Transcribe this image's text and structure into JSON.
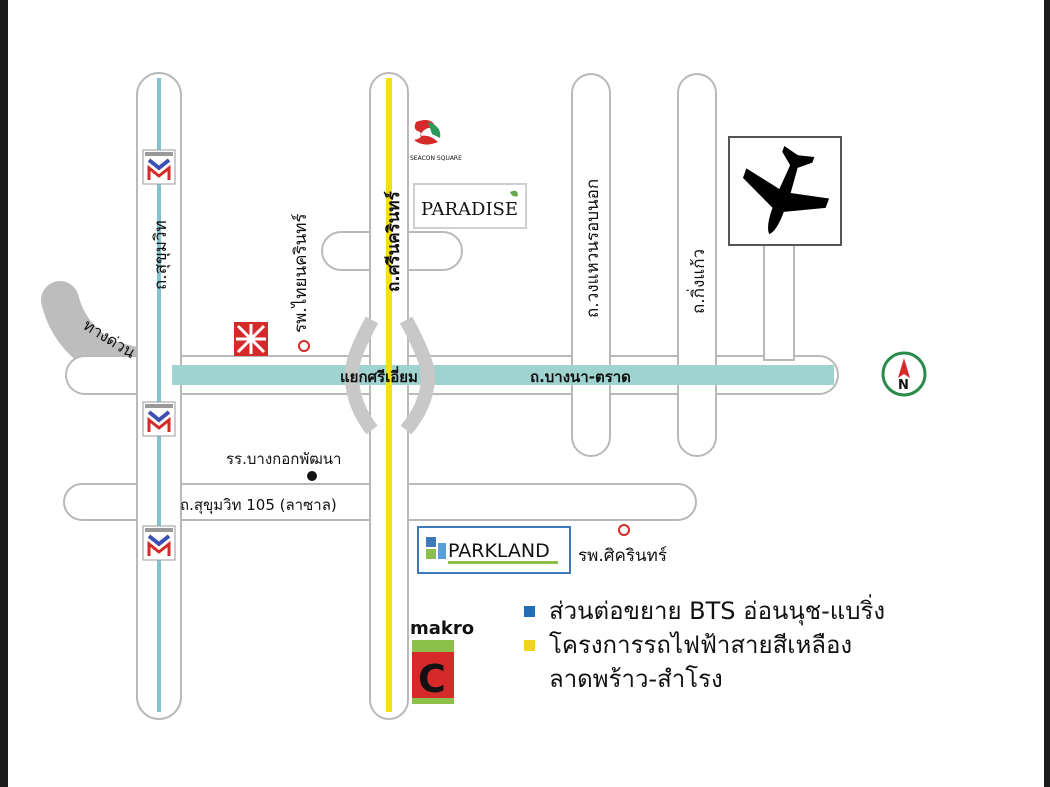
{
  "roads": {
    "sukhumvit": "ถ.สุขุมวิท",
    "srinakarin": "ถ.ศรีนครินทร์",
    "kanchanaphisek": "ถ.วงแหวนรอบนอก",
    "kingkaew": "ถ.กิ่งแก้ว",
    "expressway": "ทางด่วน",
    "intersection": "แยกศรีเอี่ยม",
    "bangna_trad": "ถ.บางนา-ตราด",
    "sukhumvit105": "ถ.สุขุมวิท 105 (ลาซาล)"
  },
  "places": {
    "thainakarin": "รพ.ไทยนครินทร์",
    "bangkok_pattana": "รร.บางกอกพัฒนา",
    "sikarin": "รพ.ศิครินทร์",
    "paradise": "PARADISE",
    "seacon": "SEACON SQUARE",
    "parkland": "PARKLAND",
    "makro": "makro"
  },
  "legend": {
    "bts_label": "ส่วนต่อขยาย BTS อ่อนนุช-แบริ่ง",
    "yellow_line_1": "โครงการรถไฟฟ้าสายสีเหลือง",
    "yellow_line_2": "ลาดพร้าว-สำโรง"
  },
  "compass": "N",
  "colors": {
    "road_fill": "#ffffff",
    "road_stroke": "#b9b9b9",
    "bts_line": "#7fc4cf",
    "bangna_band": "#9fd3cf",
    "yellow_line": "#f2dd1f",
    "expressway_gray": "#bdbdbd",
    "bts_legend": "#1f6fb8",
    "yellow_legend": "#f2d21a",
    "compass_green": "#2a8a4a",
    "makro_red": "#d62a2a",
    "parkland_blue": "#3d78b8"
  },
  "icons": [
    "airport-plane-icon",
    "bts-station-icon",
    "hospital-icon",
    "school-dot-icon",
    "compass-icon"
  ]
}
